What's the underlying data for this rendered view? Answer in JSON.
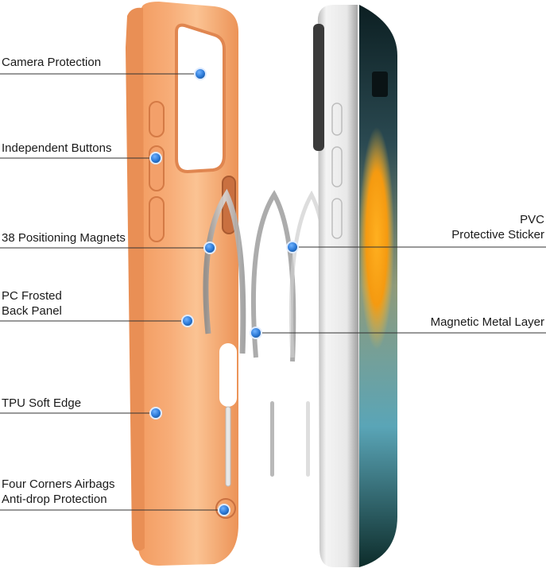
{
  "diagram": {
    "subject": "exploded view of phone case with magnetic layers and phone",
    "colors": {
      "case_orange": "#f5a56c",
      "case_dark": "#e08650",
      "dot_blue": "#2f7fd8",
      "leader_line": "#333333",
      "phone_frame": "#e6e6e6",
      "screen_dark": "#0f2a2e",
      "screen_orange": "#f7a21a",
      "screen_teal": "#6fb8c9"
    },
    "left_labels": [
      {
        "lines": [
          "Camera Protection"
        ]
      },
      {
        "lines": [
          "Independent Buttons"
        ]
      },
      {
        "lines": [
          "38 Positioning Magnets"
        ]
      },
      {
        "lines": [
          "PC Frosted",
          "Back Panel"
        ]
      },
      {
        "lines": [
          "TPU Soft Edge"
        ]
      },
      {
        "lines": [
          "Four Corners Airbags",
          "Anti-drop Protection"
        ]
      }
    ],
    "right_labels": [
      {
        "lines": [
          "PVC",
          "Protective Sticker"
        ]
      },
      {
        "lines": [
          "Magnetic Metal Layer"
        ]
      }
    ]
  }
}
